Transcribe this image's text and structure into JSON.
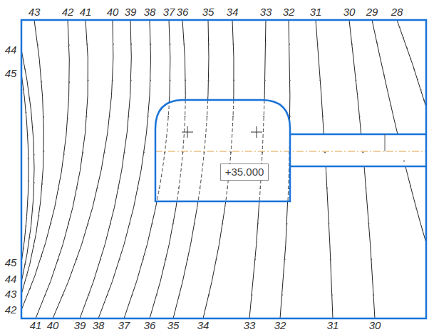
{
  "diagram": {
    "nodes": [
      {
        "text": [
          "+35.000"
        ]
      }
    ],
    "labels": [
      "43",
      "42",
      "41",
      "40",
      "39",
      "38",
      "37",
      "36",
      "35",
      "34",
      "33",
      "32",
      "31",
      "30",
      "29",
      "28",
      "44",
      "45",
      "45",
      "44",
      "43",
      "42",
      "41",
      "40",
      "39",
      "38",
      "37",
      "36",
      "35",
      "34",
      "33",
      "32",
      "31",
      "30"
    ]
  }
}
